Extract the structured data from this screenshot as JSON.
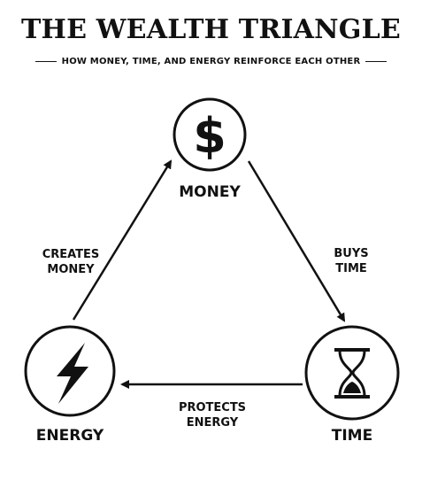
{
  "header": {
    "title": "THE WEALTH TRIANGLE",
    "subtitle": "HOW MONEY, TIME, AND ENERGY REINFORCE EACH OTHER"
  },
  "nodes": {
    "money": {
      "label": "MONEY",
      "icon": "dollar-icon"
    },
    "time": {
      "label": "TIME",
      "icon": "hourglass-icon"
    },
    "energy": {
      "label": "ENERGY",
      "icon": "lightning-bolt-icon"
    }
  },
  "edges": {
    "energy_to_money": {
      "line1": "CREATES",
      "line2": "MONEY"
    },
    "money_to_time": {
      "line1": "BUYS",
      "line2": "TIME"
    },
    "time_to_energy": {
      "line1": "PROTECTS",
      "line2": "ENERGY"
    }
  },
  "colors": {
    "ink": "#111111",
    "background": "#ffffff"
  }
}
